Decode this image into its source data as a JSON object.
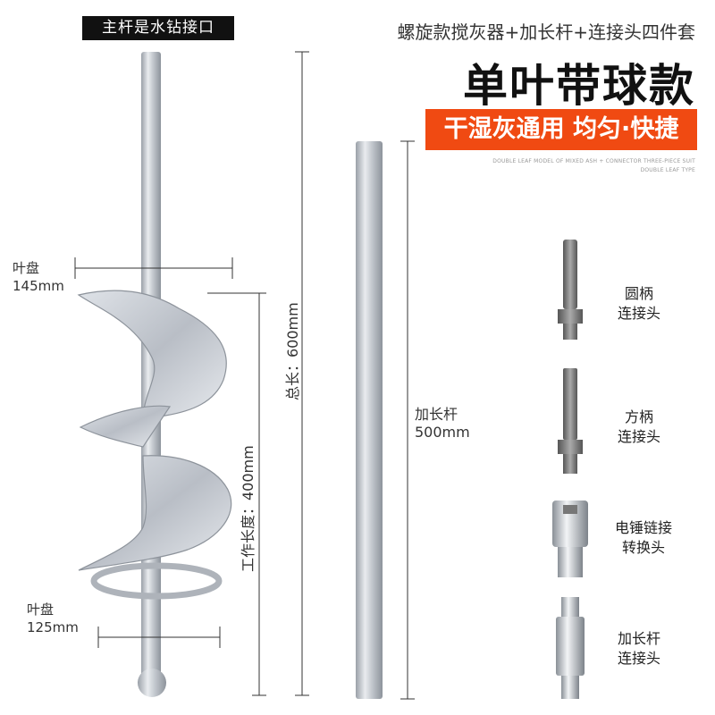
{
  "top_tag": "主杆是水钻接口",
  "header": {
    "subtitle": "螺旋款搅灰器+加长杆+连接头四件套",
    "title": "单叶带球款",
    "banner": "干湿灰通用 均匀·快捷",
    "tiny_line1": "DOUBLE LEAF MODEL OF MIXED ASH + CONNECTOR THREE-PIECE SUIT",
    "tiny_line2": "DOUBLE LEAF TYPE"
  },
  "dimensions": {
    "blade_top": {
      "line1": "叶盘",
      "line2": "145mm"
    },
    "blade_bottom": {
      "line1": "叶盘",
      "line2": "125mm"
    },
    "working_length": "工作长度：400mm",
    "total_length": "总长：600mm",
    "extension_rod": {
      "line1": "加长杆",
      "line2": "500mm"
    }
  },
  "accessories": [
    {
      "line1": "圆柄",
      "line2": "连接头"
    },
    {
      "line1": "方柄",
      "line2": "连接头"
    },
    {
      "line1": "电锤链接",
      "line2": "转换头"
    },
    {
      "line1": "加长杆",
      "line2": "连接头"
    }
  ],
  "colors": {
    "accent": "#f04a12",
    "metal": "#c8ccd2",
    "dark_tag": "#111111"
  }
}
